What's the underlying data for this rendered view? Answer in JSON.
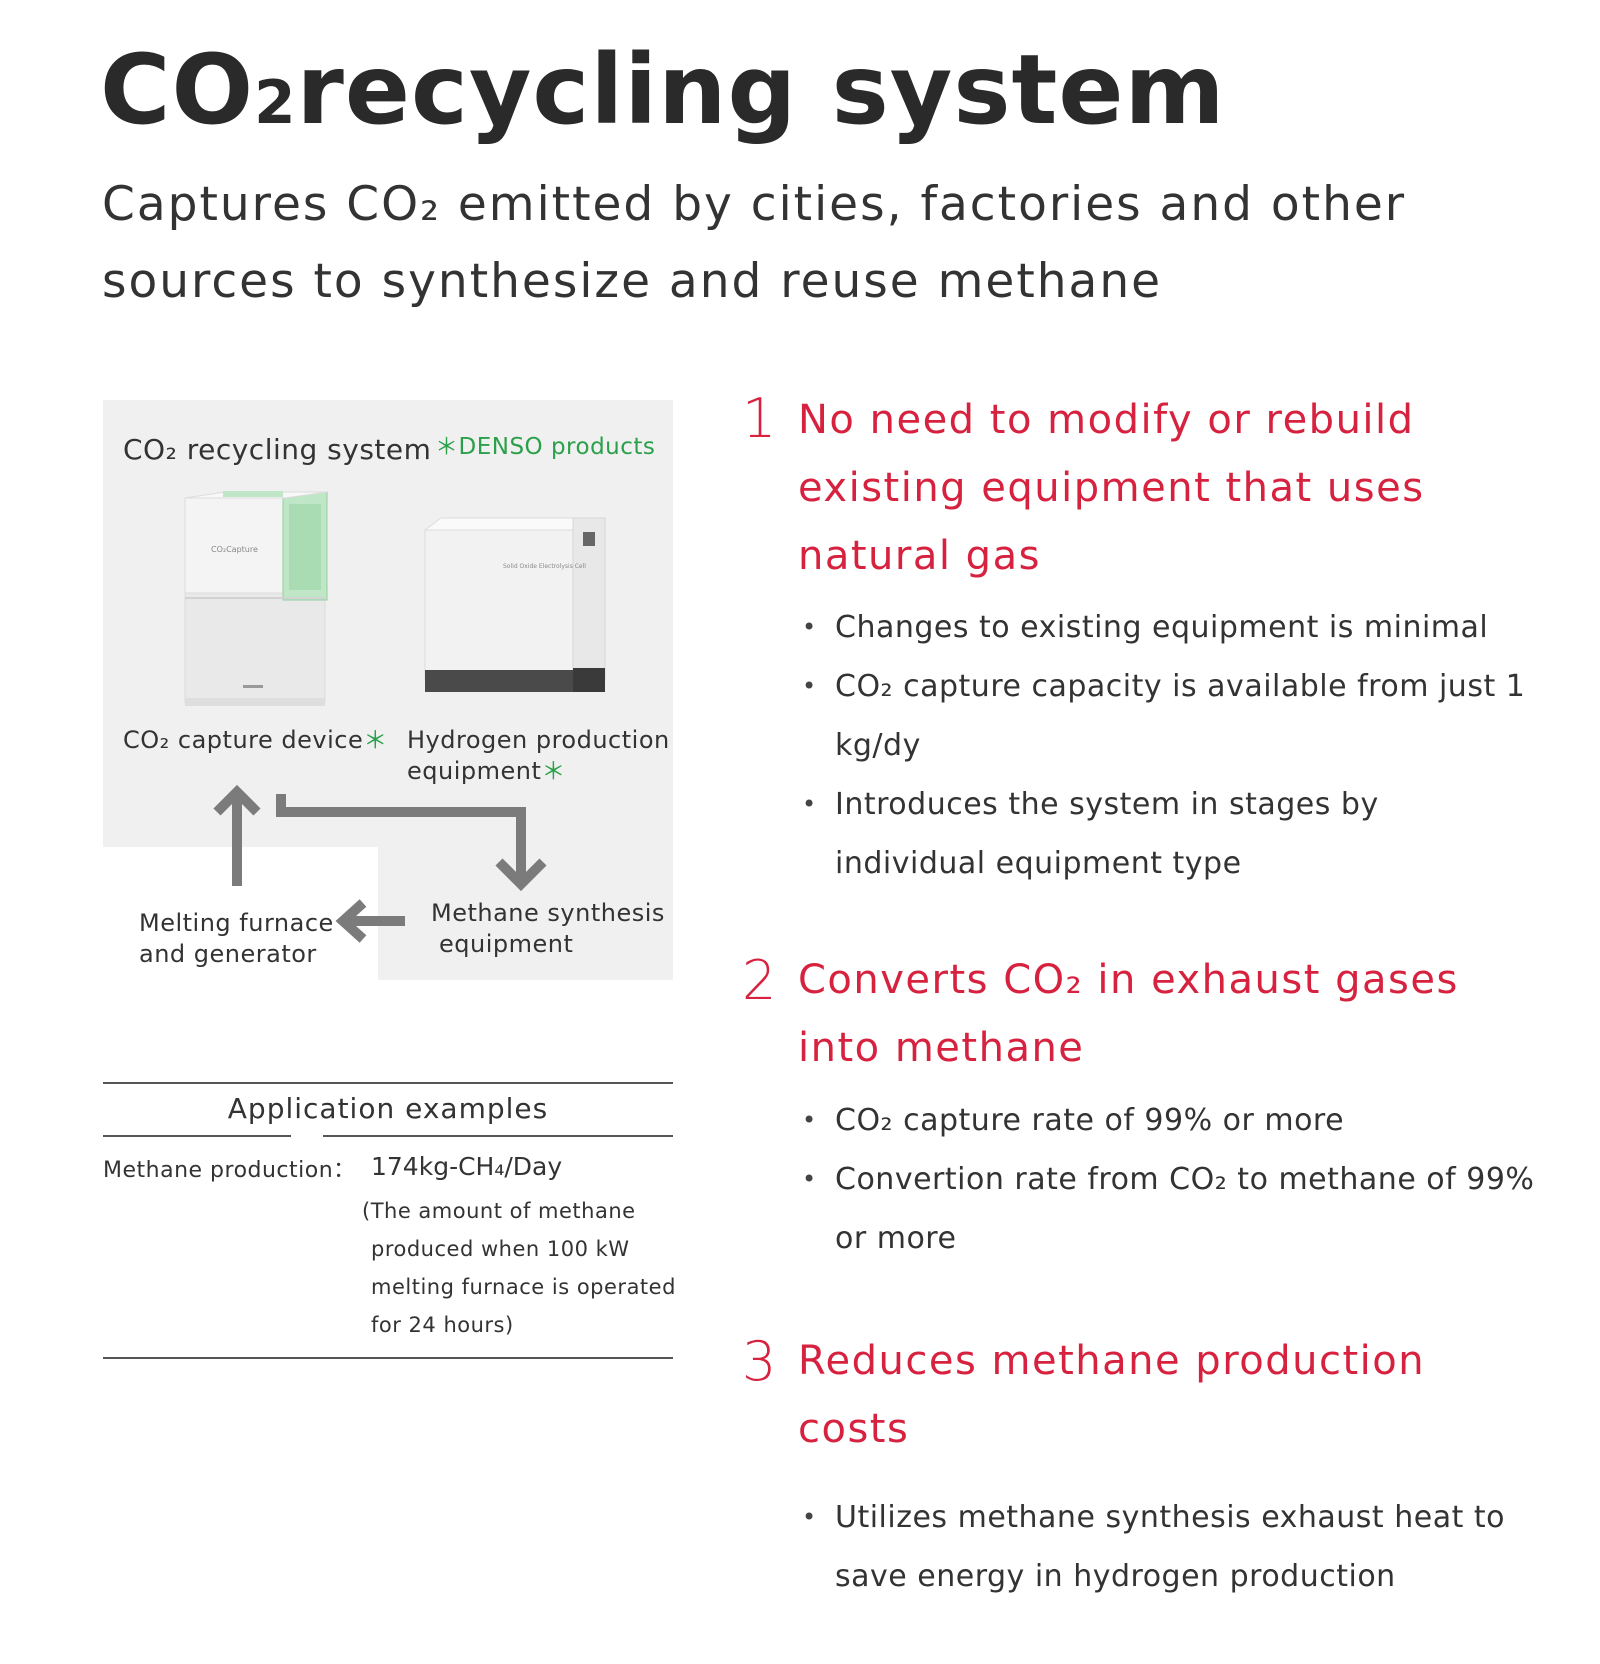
{
  "header": {
    "title_co": "CO",
    "title_sub": "2",
    "title_rest": "recycling system",
    "subtitle_line1": "Captures CO₂ emitted by cities, factories and other",
    "subtitle_line2": "sources to synthesize and reuse methane"
  },
  "diagram": {
    "title": "CO₂ recycling system",
    "denso_note": "＊DENSO products",
    "capture_device_label": "CO₂ capture device",
    "asterisk": "＊",
    "hydrogen_label_line1": "Hydrogen production",
    "hydrogen_label_line2": "equipment",
    "methane_label_line1": "Methane synthesis",
    "methane_label_line2": "equipment",
    "furnace_label_line1": "Melting furnace",
    "furnace_label_line2": "and generator",
    "capture_device_panel_text": "CO₂Capture",
    "hydrogen_panel_text": "Solid Oxide Electrolysis Cell"
  },
  "application": {
    "heading": "Application examples",
    "label": "Methane production：",
    "value": "174kg-CH₄/Day",
    "note_line1": "(The amount of methane",
    "note_line2": "produced when 100 kW",
    "note_line3": "melting furnace is operated",
    "note_line4": "for 24 hours)"
  },
  "features": [
    {
      "number": "1",
      "title_line1": "No need to modify or rebuild",
      "title_line2": "existing equipment that uses",
      "title_line3": "natural gas",
      "bullets": [
        "Changes to existing equipment is minimal",
        "CO₂ capture capacity is available from just 1 kg/dy",
        "Introduces the system in stages by individual equipment type"
      ]
    },
    {
      "number": "2",
      "title_line1": "Converts CO₂ in exhaust gases",
      "title_line2": "into methane",
      "bullets": [
        "CO₂ capture rate of 99% or more",
        "Convertion rate from CO₂ to methane of 99% or more"
      ]
    },
    {
      "number": "3",
      "title_line1": "Reduces methane production",
      "title_line2": "costs",
      "bullets": [
        "Utilizes methane synthesis exhaust heat to save energy in hydrogen production"
      ]
    }
  ],
  "bullet_symbol": "•",
  "colors": {
    "accent_red": "#d7223f",
    "denso_green": "#2aa04a",
    "panel_gray": "#f0f0f0",
    "text_dark": "#2b2b2b"
  }
}
